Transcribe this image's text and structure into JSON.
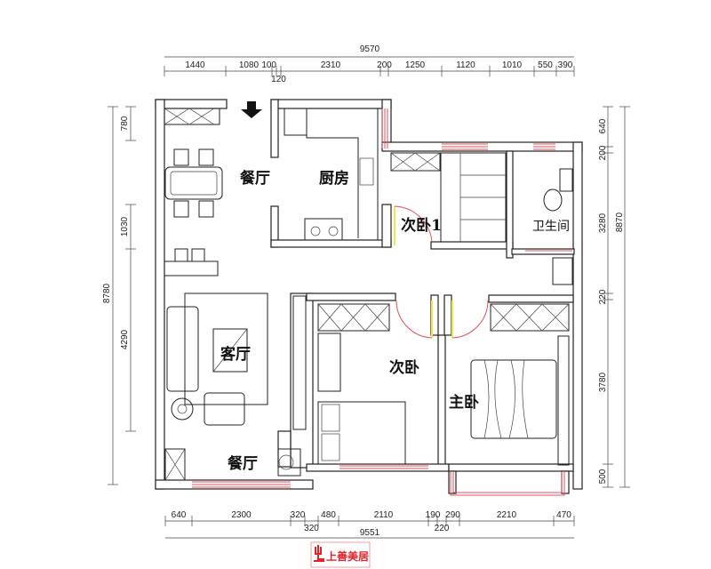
{
  "top_dimensions": {
    "total": "9570",
    "segments": [
      "1440",
      "1080",
      "100",
      "120",
      "2310",
      "200",
      "1250",
      "1120",
      "1010",
      "550",
      "390"
    ]
  },
  "bottom_dimensions": {
    "total": "9551",
    "segments": [
      "640",
      "2300",
      "320",
      "320",
      "480",
      "2110",
      "190",
      "220",
      "290",
      "2210",
      "470"
    ]
  },
  "left_dimensions": {
    "total": "8780",
    "segments": [
      "780",
      "1030",
      "4290"
    ]
  },
  "right_dimensions": {
    "total": "8870",
    "segments": [
      "640",
      "200",
      "3280",
      "220",
      "3780",
      "500"
    ]
  },
  "rooms": {
    "dining_top": "餐厅",
    "kitchen": "厨房",
    "bedroom_2_1": "次卧1",
    "bathroom": "卫生间",
    "living": "客厅",
    "bedroom_2": "次卧",
    "master_bedroom": "主卧",
    "dining_bottom": "餐厅"
  },
  "logo": {
    "text": "上善美居",
    "color": "#e8202a"
  },
  "colors": {
    "window": "#e0505a",
    "door_leaf": "#f2e84a",
    "wall": "#222222"
  },
  "entrance_icon": "arrow-down-icon"
}
